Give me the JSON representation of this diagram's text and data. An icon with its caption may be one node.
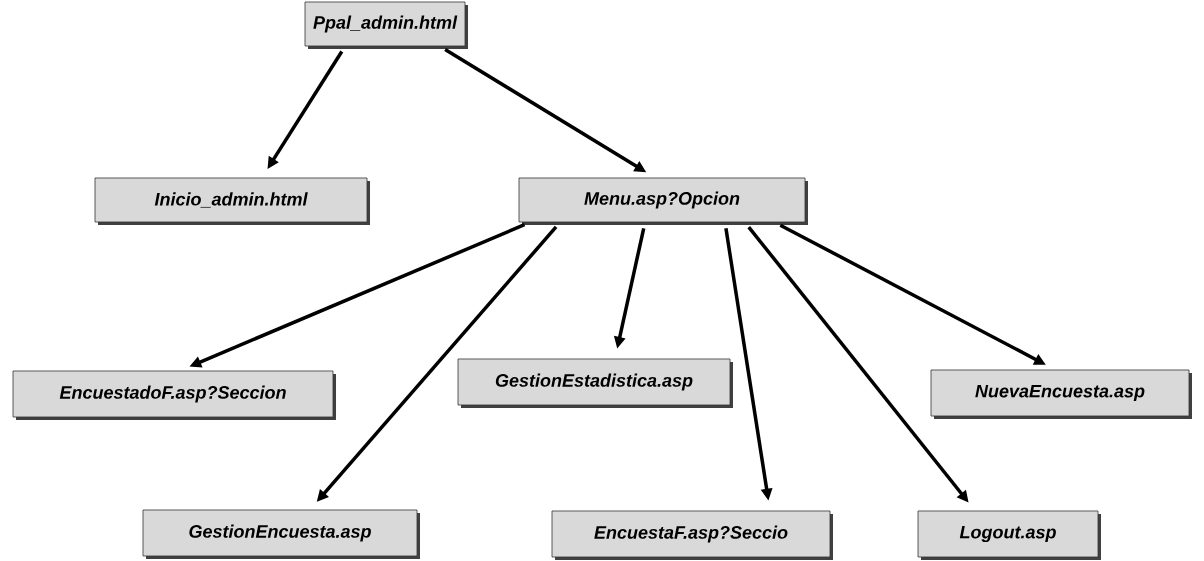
{
  "diagram": {
    "nodes": [
      {
        "text": [
          "Ppal_admin.html"
        ]
      },
      {
        "text": [
          "Inicio_admin.html"
        ]
      },
      {
        "text": [
          "Menu.asp?Opcion"
        ]
      },
      {
        "text": [
          "EncuestadoF.asp?Seccion"
        ]
      },
      {
        "text": [
          "GestionEstadistica.asp"
        ]
      },
      {
        "text": [
          "NuevaEncuesta.asp"
        ]
      },
      {
        "text": [
          "GestionEncuesta.asp"
        ]
      },
      {
        "text": [
          "EncuestaF.asp?Seccio"
        ]
      },
      {
        "text": [
          "Logout.asp"
        ]
      }
    ],
    "edges": [
      {
        "from": 0,
        "to": 1,
        "arrow": "to"
      },
      {
        "from": 0,
        "to": 2,
        "arrow": "to"
      },
      {
        "from": 2,
        "to": 3,
        "arrow": "to"
      },
      {
        "from": 2,
        "to": 6,
        "arrow": "to"
      },
      {
        "from": 2,
        "to": 4,
        "arrow": "to"
      },
      {
        "from": 2,
        "to": 7,
        "arrow": "to"
      },
      {
        "from": 2,
        "to": 8,
        "arrow": "to"
      },
      {
        "from": 2,
        "to": 5,
        "arrow": "to"
      }
    ]
  }
}
